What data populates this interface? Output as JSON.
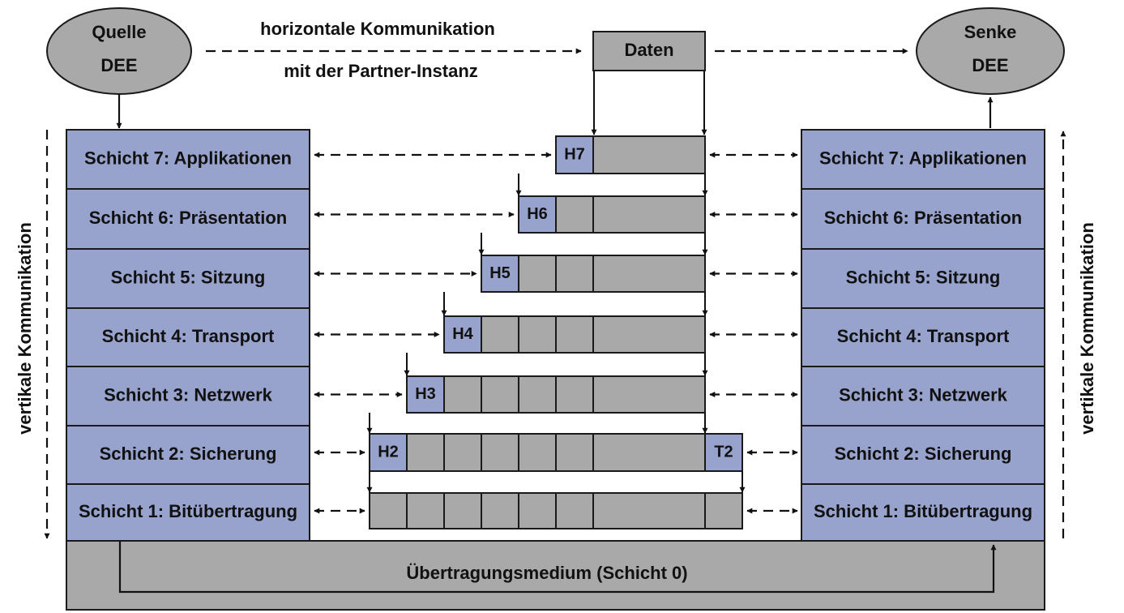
{
  "source": {
    "line1": "Quelle",
    "line2": "DEE"
  },
  "sink": {
    "line1": "Senke",
    "line2": "DEE"
  },
  "horizontal": {
    "line1": "horizontale Kommunikation",
    "line2": "mit der Partner-Instanz"
  },
  "data_label": "Daten",
  "vertical_label": "vertikale Kommunikation",
  "medium_label": "Übertragungsmedium (Schicht 0)",
  "layers": [
    {
      "label": "Schicht 7: Applikationen",
      "header": "H7",
      "trailer": ""
    },
    {
      "label": "Schicht 6: Präsentation",
      "header": "H6",
      "trailer": ""
    },
    {
      "label": "Schicht 5: Sitzung",
      "header": "H5",
      "trailer": ""
    },
    {
      "label": "Schicht 4: Transport",
      "header": "H4",
      "trailer": ""
    },
    {
      "label": "Schicht 3: Netzwerk",
      "header": "H3",
      "trailer": ""
    },
    {
      "label": "Schicht 2: Sicherung",
      "header": "H2",
      "trailer": "T2"
    },
    {
      "label": "Schicht 1: Bitübertragung",
      "header": "",
      "trailer": ""
    }
  ],
  "colors": {
    "layer_fill": "#97a3cc",
    "gray_fill": "#a9a9a9",
    "stroke": "#1a1a1a"
  }
}
